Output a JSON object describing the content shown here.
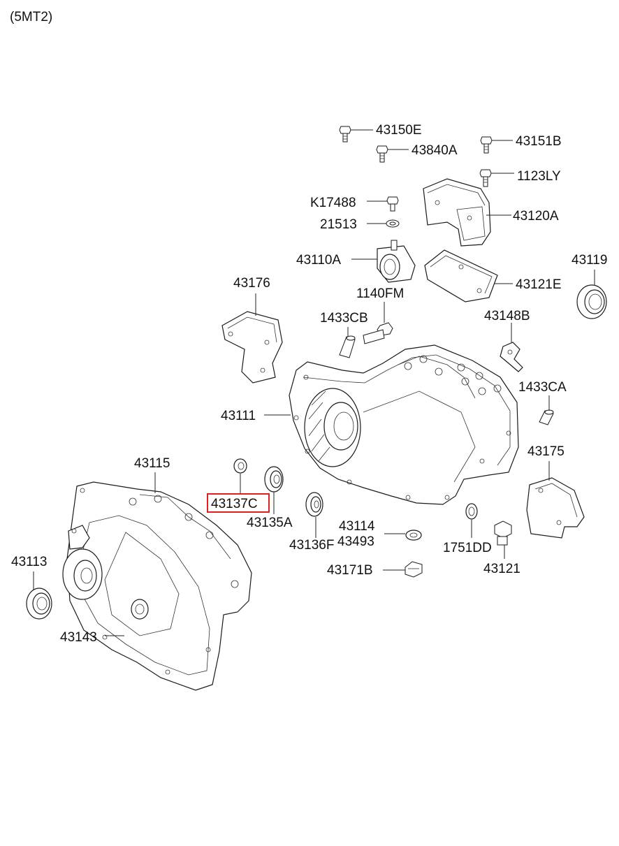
{
  "header": {
    "variant": "(5MT2)"
  },
  "highlight": {
    "color": "#e02020",
    "part": "43137C"
  },
  "labels": [
    {
      "id": "43150E",
      "text": "43150E"
    },
    {
      "id": "43840A",
      "text": "43840A"
    },
    {
      "id": "43151B",
      "text": "43151B"
    },
    {
      "id": "1123LY",
      "text": "1123LY"
    },
    {
      "id": "K17488",
      "text": "K17488"
    },
    {
      "id": "21513",
      "text": "21513"
    },
    {
      "id": "43120A",
      "text": "43120A"
    },
    {
      "id": "43110A",
      "text": "43110A"
    },
    {
      "id": "43119",
      "text": "43119"
    },
    {
      "id": "43176",
      "text": "43176"
    },
    {
      "id": "1140FM",
      "text": "1140FM"
    },
    {
      "id": "43121E",
      "text": "43121E"
    },
    {
      "id": "1433CB",
      "text": "1433CB"
    },
    {
      "id": "43148B",
      "text": "43148B"
    },
    {
      "id": "1433CA",
      "text": "1433CA"
    },
    {
      "id": "43111",
      "text": "43111"
    },
    {
      "id": "43175",
      "text": "43175"
    },
    {
      "id": "43115",
      "text": "43115"
    },
    {
      "id": "43137C",
      "text": "43137C"
    },
    {
      "id": "43135A",
      "text": "43135A"
    },
    {
      "id": "43114",
      "text": "43114"
    },
    {
      "id": "43493",
      "text": "43493"
    },
    {
      "id": "43136F",
      "text": "43136F"
    },
    {
      "id": "1751DD",
      "text": "1751DD"
    },
    {
      "id": "43113",
      "text": "43113"
    },
    {
      "id": "43171B",
      "text": "43171B"
    },
    {
      "id": "43121",
      "text": "43121"
    },
    {
      "id": "43143",
      "text": "43143"
    }
  ]
}
